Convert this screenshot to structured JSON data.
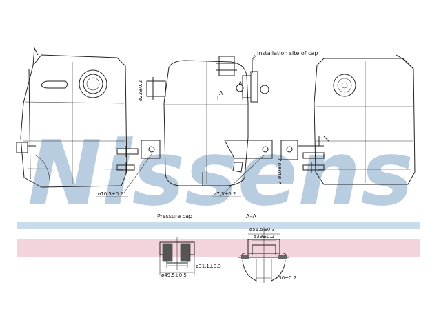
{
  "watermark": {
    "text": "Nissens",
    "color": "#b9cde0"
  },
  "bands": {
    "blue": "#c9dcee",
    "pink": "#f3d3dc"
  },
  "labels": {
    "installation": "Installation site of cap",
    "pressure_cap": "Pressure  cap",
    "section": "A–A",
    "section_marker": "A"
  },
  "dimensions": {
    "d22": "ø22±0.2",
    "d10_5": "ø10.5±0.2",
    "d7_5": "ø7.5±0.2",
    "d2x10": "2–ø10±0.2",
    "d31_1": "ø31.1±0.3",
    "d49_5": "ø49.5±0.5",
    "d51_5": "ø51.5±0.3",
    "d39": "ø39±0.2",
    "d30": "ø30±0.2"
  }
}
